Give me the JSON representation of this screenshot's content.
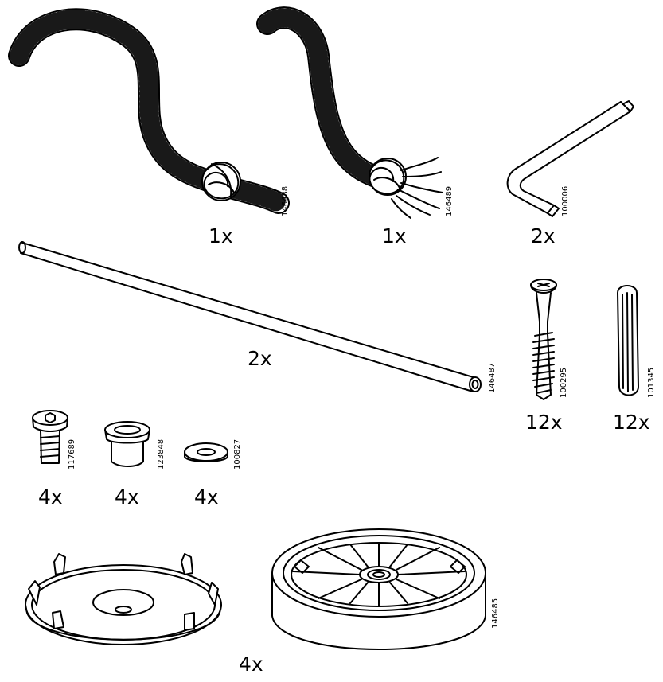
{
  "parts": [
    {
      "id": "rope-knot",
      "article": "146488",
      "quantity": "1x"
    },
    {
      "id": "rope-frayed",
      "article": "146489",
      "quantity": "1x"
    },
    {
      "id": "allen-key",
      "article": "100006",
      "quantity": "2x"
    },
    {
      "id": "long-rod",
      "article": "146487",
      "quantity": "2x"
    },
    {
      "id": "long-screw",
      "article": "100295",
      "quantity": "12x"
    },
    {
      "id": "wooden-dowel",
      "article": "101345",
      "quantity": "12x"
    },
    {
      "id": "hex-bolt",
      "article": "117689",
      "quantity": "4x"
    },
    {
      "id": "sleeve-bushing",
      "article": "123848",
      "quantity": "4x"
    },
    {
      "id": "flat-washer",
      "article": "100827",
      "quantity": "4x"
    },
    {
      "id": "wheel-hub-cap",
      "article": "",
      "quantity": ""
    },
    {
      "id": "wheel",
      "article": "146485",
      "quantity": "4x"
    }
  ]
}
